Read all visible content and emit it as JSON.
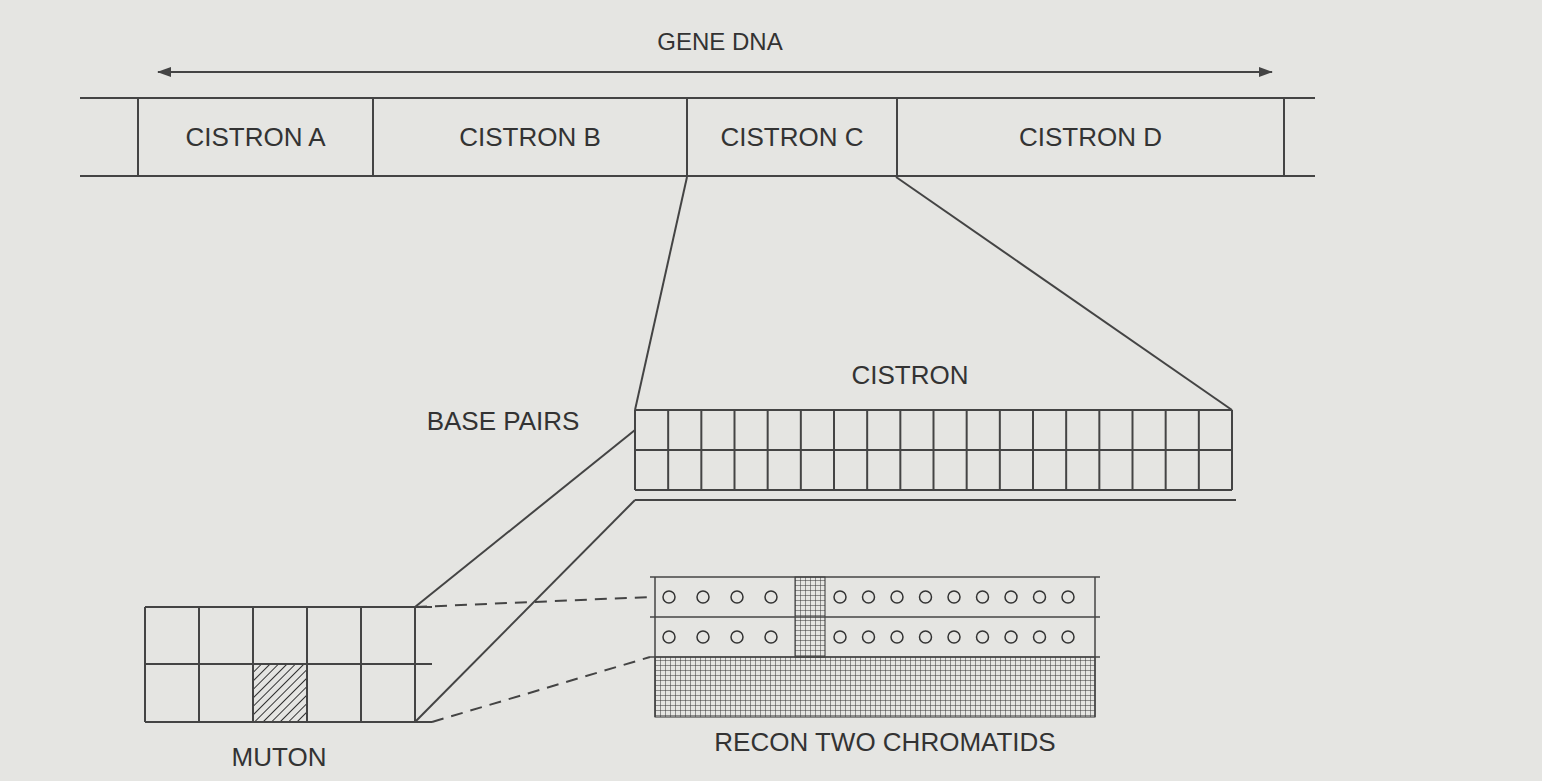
{
  "diagram": {
    "nodes": [
      {
        "text": [
          "CISTRON A"
        ]
      },
      {
        "text": [
          "CISTRON B"
        ]
      },
      {
        "text": [
          "CISTRON C"
        ]
      },
      {
        "text": [
          "CISTRON D"
        ]
      }
    ],
    "labels": [
      "GENE DNA",
      "CISTRON",
      "BASE PAIRS",
      "MUTON",
      "RECON TWO CHROMATIDS"
    ]
  }
}
